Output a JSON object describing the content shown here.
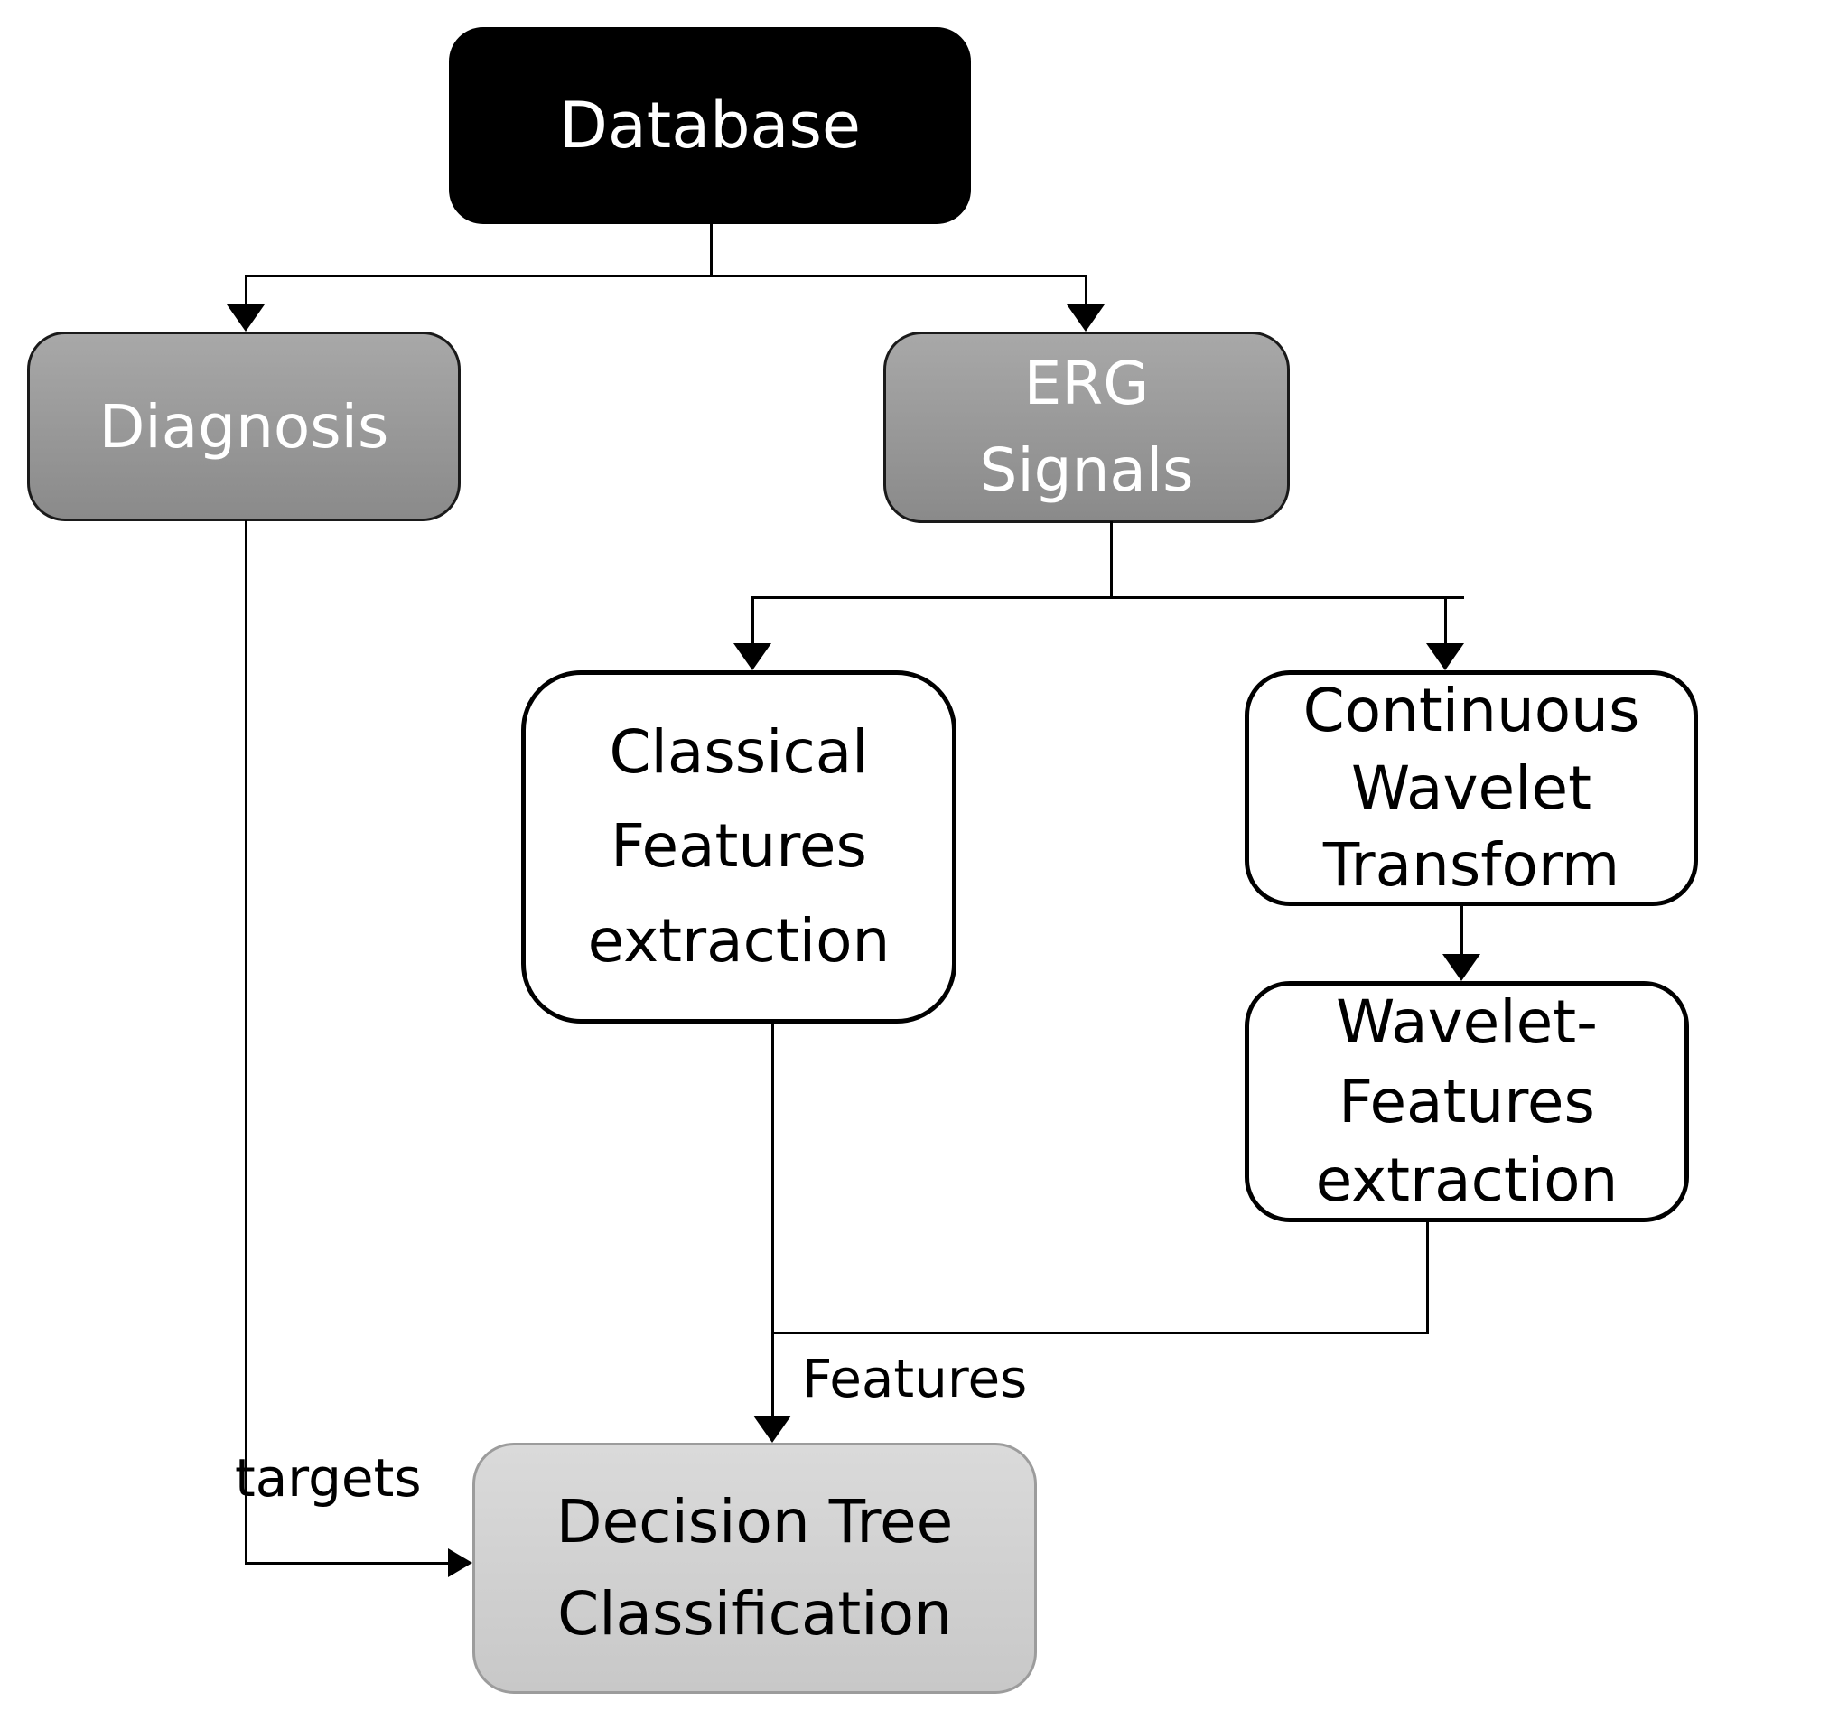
{
  "diagram": {
    "nodes": {
      "database": {
        "label": "Database"
      },
      "diagnosis": {
        "label": "Diagnosis"
      },
      "erg_signals": {
        "line1": "ERG",
        "line2": "Signals"
      },
      "classical_features": {
        "line1": "Classical",
        "line2": "Features",
        "line3": "extraction"
      },
      "continuous_wavelet_transform": {
        "line1": "Continuous",
        "line2": "Wavelet",
        "line3": "Transform"
      },
      "wavelet_features": {
        "line1": "Wavelet-",
        "line2": "Features",
        "line3": "extraction"
      },
      "decision_tree": {
        "line1": "Decision Tree",
        "line2": "Classification"
      }
    },
    "edge_labels": {
      "features": "Features",
      "targets": "targets"
    },
    "colors": {
      "database_fill": "#000000",
      "database_text": "#ffffff",
      "gray_node_fill_top": "#a8a8a8",
      "gray_node_fill_bottom": "#8a8a8a",
      "gray_node_border": "#1a1a1a",
      "gray_node_text": "#ffffff",
      "white_node_fill": "#ffffff",
      "white_node_border": "#000000",
      "decision_fill_top": "#dadada",
      "decision_fill_bottom": "#c8c8c8",
      "decision_border": "#9c9c9c",
      "line_color": "#000000",
      "label_text": "#000000"
    }
  }
}
